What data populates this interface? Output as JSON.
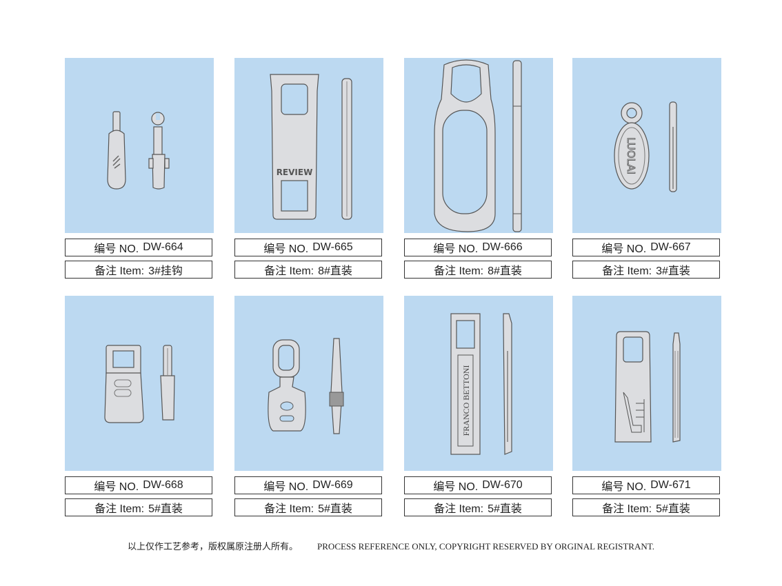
{
  "items": [
    {
      "no_label": "编号 NO.",
      "code": "DW-664",
      "note_label": "备注 Item:",
      "note": "3#挂钩"
    },
    {
      "no_label": "编号 NO.",
      "code": "DW-665",
      "note_label": "备注 Item:",
      "note": "8#直装",
      "engraving": "REVIEW"
    },
    {
      "no_label": "编号 NO.",
      "code": "DW-666",
      "note_label": "备注 Item:",
      "note": "8#直装"
    },
    {
      "no_label": "编号 NO.",
      "code": "DW-667",
      "note_label": "备注 Item:",
      "note": "3#直装",
      "engraving": "LUOLAI"
    },
    {
      "no_label": "编号 NO.",
      "code": "DW-668",
      "note_label": "备注 Item:",
      "note": "5#直装"
    },
    {
      "no_label": "编号 NO.",
      "code": "DW-669",
      "note_label": "备注 Item:",
      "note": "5#直装"
    },
    {
      "no_label": "编号 NO.",
      "code": "DW-670",
      "note_label": "备注 Item:",
      "note": "5#直装",
      "engraving": "FRANCO BETTONI"
    },
    {
      "no_label": "编号 NO.",
      "code": "DW-671",
      "note_label": "备注 Item:",
      "note": "5#直装"
    }
  ],
  "footer": {
    "zh": "以上仅作工艺参考，版权属原注册人所有。",
    "en": "PROCESS REFERENCE ONLY, COPYRIGHT RESERVED BY ORGINAL REGISTRANT."
  },
  "colors": {
    "panel": "#bcd9f1",
    "metal": "#dcdde0",
    "outline": "#555555"
  }
}
